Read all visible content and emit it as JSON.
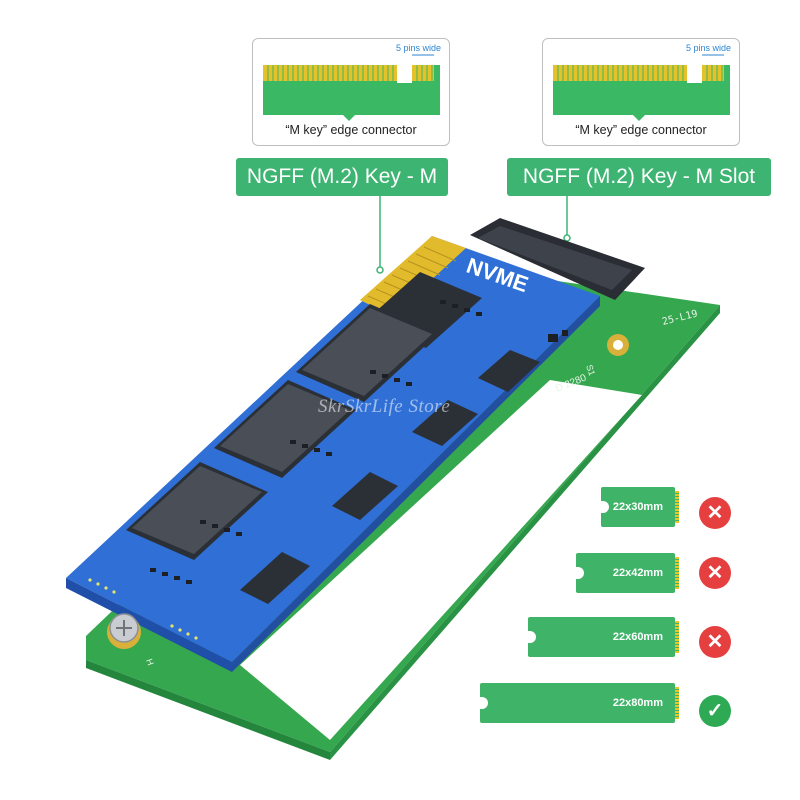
{
  "callouts": [
    {
      "pins_note": "5 pins wide",
      "caption": "“M key” edge connector"
    },
    {
      "pins_note": "5 pins wide",
      "caption": "“M key” edge connector"
    }
  ],
  "labels": {
    "key_m": "NGFF (M.2) Key - M",
    "key_m_slot": "NGFF (M.2) Key - M Slot"
  },
  "card": {
    "brand": "NVME",
    "adapter_marks": {
      "code": "25-L19",
      "model": "D 2280",
      "s1": "S1",
      "h": "H"
    },
    "watermark": "SkrSkrLife Store"
  },
  "sizes": [
    {
      "label": "22x30mm",
      "supported": false
    },
    {
      "label": "22x42mm",
      "supported": false
    },
    {
      "label": "22x60mm",
      "supported": false
    },
    {
      "label": "22x80mm",
      "supported": true
    }
  ],
  "colors": {
    "green": "#3db472",
    "pcb_green": "#35a84f",
    "nvme_blue": "#2f6fd6",
    "chip_dark": "#2b2f36",
    "reject_red": "#e5403f",
    "accept_green": "#2eaa55"
  },
  "icons": {
    "reject": "x-icon",
    "accept": "check-icon"
  }
}
